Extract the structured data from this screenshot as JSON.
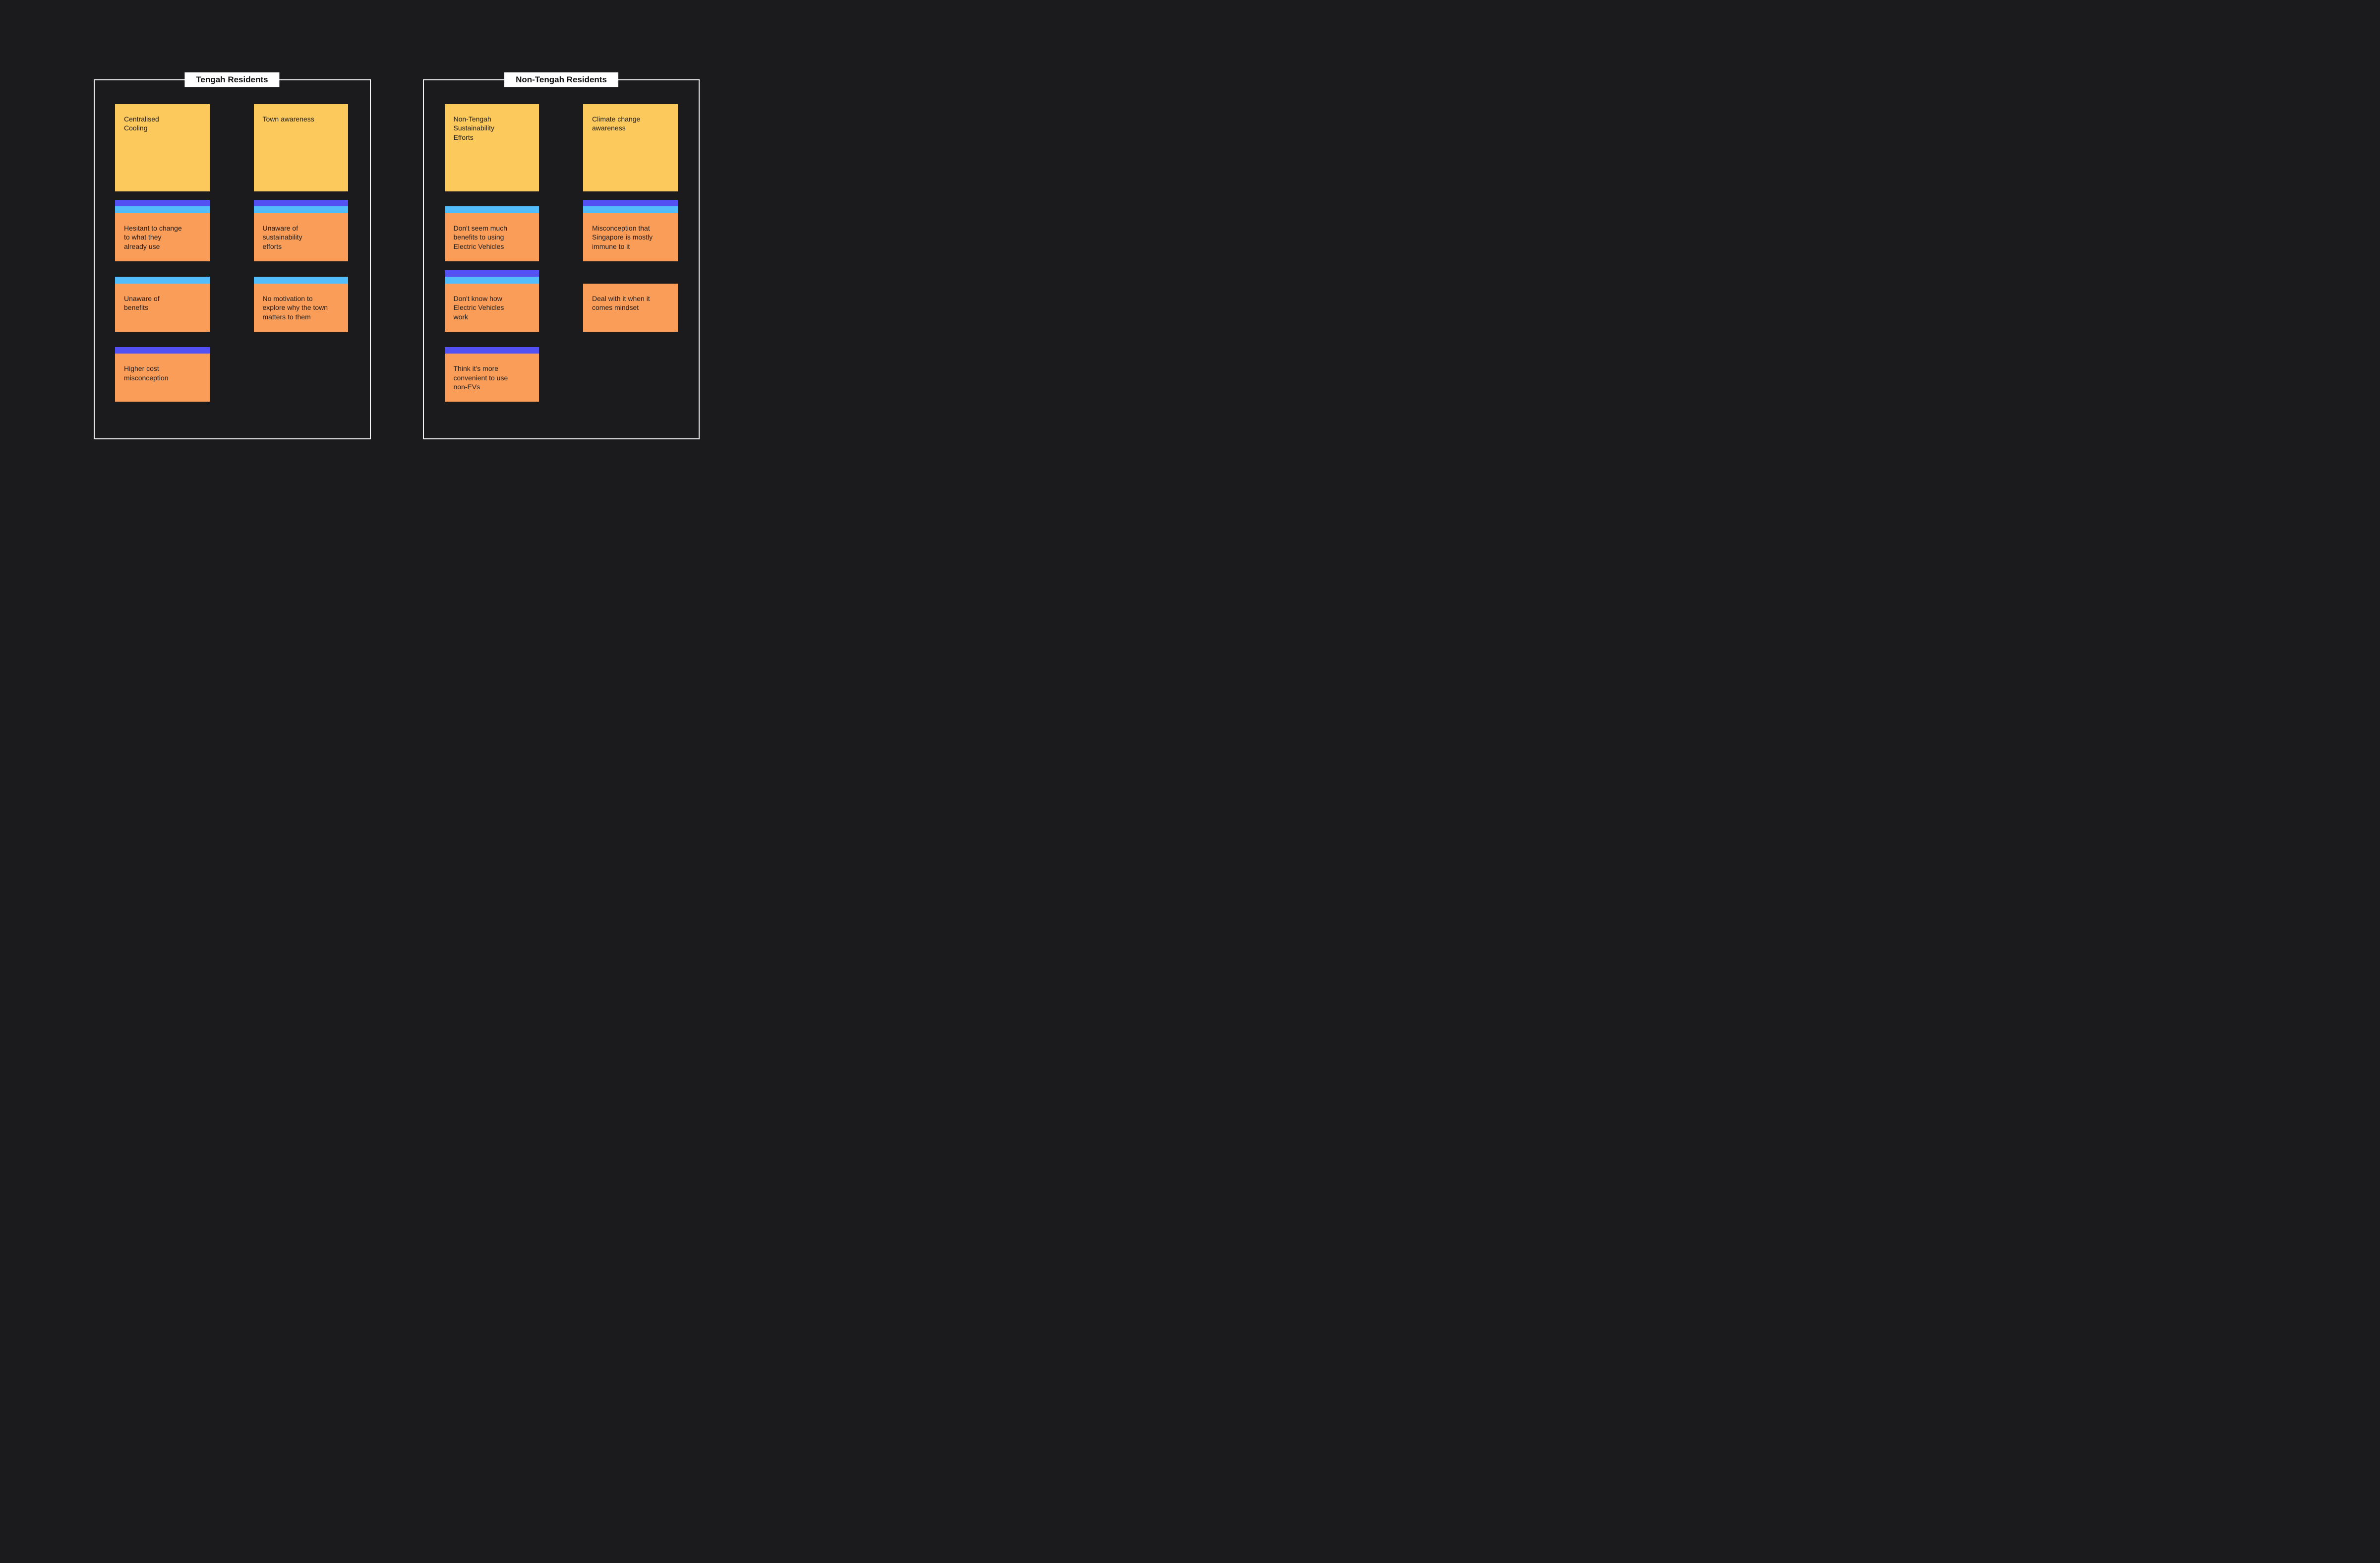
{
  "colors": {
    "canvas_bg": "#1B1B1D",
    "frame_border": "#F5F5F5",
    "label_bg": "#FFFFFF",
    "label_text": "#141414",
    "note_text": "#1F1F1F",
    "yellow": "#FCC95C",
    "orange": "#FA9D58",
    "purple": "#5351F2",
    "blue": "#53BCFB"
  },
  "frames": [
    {
      "title": "Tengah Residents",
      "columns": [
        {
          "notes": [
            {
              "type": "header",
              "color": "yellow",
              "tags": [],
              "text": "Centralised\nCooling"
            },
            {
              "type": "note",
              "color": "orange",
              "tags": [
                "purple",
                "blue"
              ],
              "text": "Hesitant to change\nto what they\nalready use"
            },
            {
              "type": "note",
              "color": "orange",
              "tags": [
                "blue"
              ],
              "text": "Unaware of\nbenefits"
            },
            {
              "type": "note",
              "color": "orange",
              "tags": [
                "purple"
              ],
              "text": "Higher cost\nmisconception"
            }
          ]
        },
        {
          "notes": [
            {
              "type": "header",
              "color": "yellow",
              "tags": [],
              "text": "Town awareness"
            },
            {
              "type": "note",
              "color": "orange",
              "tags": [
                "purple",
                "blue"
              ],
              "text": "Unaware of\nsustainability\nefforts"
            },
            {
              "type": "note",
              "color": "orange",
              "tags": [
                "blue"
              ],
              "text": "No motivation to\nexplore why the town\nmatters to them"
            }
          ]
        }
      ]
    },
    {
      "title": "Non-Tengah Residents",
      "columns": [
        {
          "notes": [
            {
              "type": "header",
              "color": "yellow",
              "tags": [],
              "text": "Non-Tengah\nSustainability\nEfforts"
            },
            {
              "type": "note",
              "color": "orange",
              "tags": [
                "blue"
              ],
              "text": "Don't seem much\nbenefits to using\nElectric Vehicles"
            },
            {
              "type": "note",
              "color": "orange",
              "tags": [
                "purple",
                "blue"
              ],
              "text": "Don't know how\nElectric Vehicles\nwork"
            },
            {
              "type": "note",
              "color": "orange",
              "tags": [
                "purple"
              ],
              "text": "Think it's more\nconvenient to use\nnon-EVs"
            }
          ]
        },
        {
          "notes": [
            {
              "type": "header",
              "color": "yellow",
              "tags": [],
              "text": "Climate change\nawareness"
            },
            {
              "type": "note",
              "color": "orange",
              "tags": [
                "purple",
                "blue"
              ],
              "text": "Misconception that\nSingapore is mostly\nimmune to it"
            },
            {
              "type": "note",
              "color": "orange",
              "tags": [],
              "text": "Deal with it when it\ncomes mindset"
            }
          ]
        }
      ]
    }
  ]
}
